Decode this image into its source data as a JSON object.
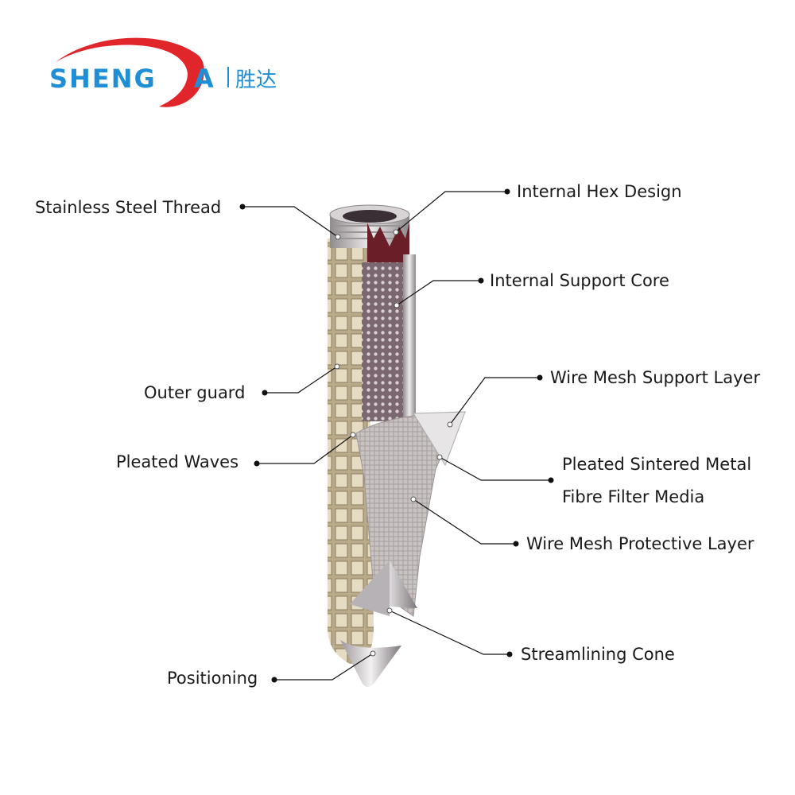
{
  "brand": {
    "name_left": "SHENG",
    "name_right": "A",
    "chinese": "胜达",
    "colors": {
      "blue": "#1e8fd6",
      "red": "#e0262b"
    }
  },
  "labels": {
    "stainless_steel_thread": "Stainless Steel Thread",
    "internal_hex_design": "Internal Hex Design",
    "internal_support_core": "Internal Support Core",
    "outer_guard": "Outer guard",
    "wire_mesh_support_layer": "Wire Mesh Support Layer",
    "pleated_waves": "Pleated Waves",
    "pleated_sintered_line1": "Pleated Sintered Metal",
    "pleated_sintered_line2": "Fibre Filter Media",
    "wire_mesh_protective_layer": "Wire Mesh Protective Layer",
    "streamlining_cone": "Streamlining Cone",
    "positioning": "Positioning"
  }
}
